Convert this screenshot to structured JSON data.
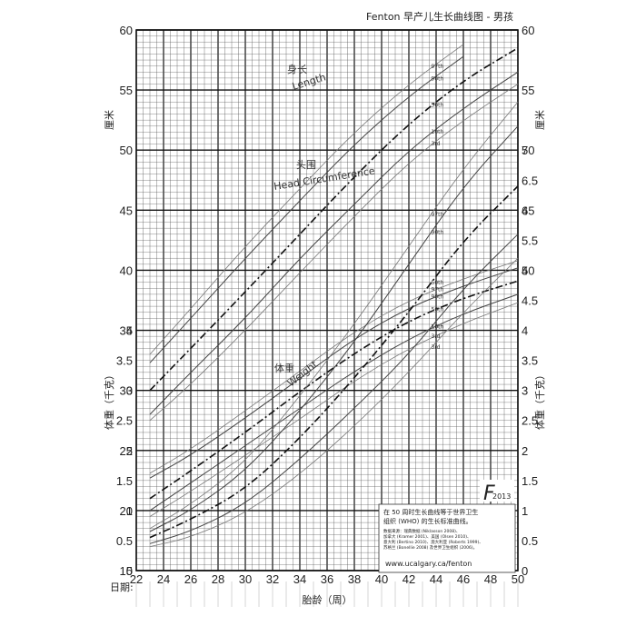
{
  "title": "Fenton 早产儿生长曲线图 - 男孩",
  "chart_data": {
    "type": "line",
    "title": "Fenton 早产儿生长曲线图 - 男孩",
    "xlabel": "胎龄（周）",
    "date_label": "日期:",
    "x_range": [
      22,
      50
    ],
    "x_ticks": [
      22,
      24,
      26,
      28,
      30,
      32,
      34,
      36,
      38,
      40,
      42,
      44,
      46,
      48,
      50
    ],
    "cm_label": "厘米",
    "cm_range": [
      15,
      60
    ],
    "cm_ticks": [
      15,
      20,
      25,
      30,
      35,
      40,
      45,
      50,
      55,
      60
    ],
    "cm_ticks_right": [
      40,
      45,
      50,
      55,
      60
    ],
    "kg_label": "体重（千克）",
    "kg_range_left": [
      0,
      4.5
    ],
    "kg_ticks_left": [
      0,
      0.5,
      1,
      1.5,
      2,
      2.5,
      3,
      3.5,
      4
    ],
    "kg_range_right": [
      0,
      7
    ],
    "kg_ticks_right": [
      0,
      0.5,
      1,
      1.5,
      2,
      2.5,
      3,
      3.5,
      4,
      4.5,
      5,
      5.5,
      6,
      6.5,
      7
    ],
    "percentiles": [
      "3rd",
      "10th",
      "50th",
      "90th",
      "97th"
    ],
    "groups": {
      "length": {
        "label_cn": "身长",
        "label_en": "Length",
        "unit": "cm",
        "x": [
          23,
          26,
          30,
          34,
          38,
          42,
          46,
          50
        ],
        "series": [
          {
            "name": "3rd",
            "values": [
              27.5,
              30.5,
              35.0,
              39.8,
              44.5,
              49.0,
              52.5,
              55.5
            ]
          },
          {
            "name": "10th",
            "values": [
              28.0,
              31.5,
              36.0,
              41.0,
              45.5,
              50.0,
              53.5,
              56.5
            ]
          },
          {
            "name": "50th",
            "values": [
              30.0,
              33.5,
              38.2,
              43.0,
              47.8,
              52.2,
              55.8,
              58.5
            ]
          },
          {
            "name": "90th",
            "values": [
              32.3,
              36.0,
              41.0,
              45.8,
              50.5,
              54.5,
              57.8,
              60.5
            ]
          },
          {
            "name": "97th",
            "values": [
              33.0,
              36.8,
              42.0,
              46.8,
              51.5,
              55.5,
              58.8,
              61.5
            ]
          }
        ]
      },
      "head": {
        "label_cn": "头围",
        "label_en": "Head Circumference",
        "unit": "cm",
        "x": [
          23,
          26,
          30,
          34,
          38,
          42,
          46,
          50
        ],
        "series": [
          {
            "name": "3rd",
            "values": [
              19.5,
              21.6,
              24.6,
              27.6,
              30.8,
              33.5,
              35.6,
              37.3
            ]
          },
          {
            "name": "10th",
            "values": [
              20.0,
              22.3,
              25.4,
              28.5,
              31.6,
              34.3,
              36.4,
              38.0
            ]
          },
          {
            "name": "50th",
            "values": [
              21.0,
              23.3,
              26.5,
              29.9,
              33.1,
              35.8,
              37.7,
              39.1
            ]
          },
          {
            "name": "90th",
            "values": [
              22.7,
              24.6,
              27.7,
              31.0,
              34.3,
              36.9,
              38.7,
              40.2
            ]
          },
          {
            "name": "97th",
            "values": [
              23.1,
              25.1,
              28.3,
              31.6,
              34.9,
              37.5,
              39.3,
              40.8
            ]
          }
        ]
      },
      "weight": {
        "label_cn": "体重",
        "label_en": "Weight",
        "unit": "kg",
        "x": [
          23,
          26,
          30,
          34,
          38,
          42,
          46,
          50
        ],
        "series": [
          {
            "name": "3rd",
            "values": [
              0.4,
              0.55,
              0.95,
              1.6,
              2.4,
              3.3,
              4.3,
              5.2
            ]
          },
          {
            "name": "10th",
            "values": [
              0.45,
              0.65,
              1.1,
              1.85,
              2.7,
              3.6,
              4.7,
              5.6
            ]
          },
          {
            "name": "50th",
            "values": [
              0.55,
              0.85,
              1.35,
              2.2,
              3.2,
              4.3,
              5.5,
              6.4
            ]
          },
          {
            "name": "90th",
            "values": [
              0.65,
              1.0,
              1.65,
              2.65,
              3.8,
              5.1,
              6.4,
              7.4
            ]
          },
          {
            "name": "97th",
            "values": [
              0.7,
              1.1,
              1.8,
              2.9,
              4.1,
              5.4,
              6.7,
              7.8
            ]
          }
        ]
      }
    }
  },
  "note": {
    "headline_1": "在 50 周时生长曲线等于世界卫生",
    "headline_2": "组织 (WHO) 的生长标准曲线。",
    "source_1": "数据来源：瑞典数据 (Niklasson 2008)、",
    "source_2": "加拿大 (Kramer 2001)、美国 (Olsen 2010)、",
    "source_3": "意大利 (Bertino 2010)、澳大利亚 (Roberts 1999)、",
    "source_4": "苏格兰 (Bonellie 2008) 及世界卫生组织 (2006)。",
    "url": "www.ucalgary.ca/fenton",
    "logo_letter": "F",
    "year": "2013"
  }
}
